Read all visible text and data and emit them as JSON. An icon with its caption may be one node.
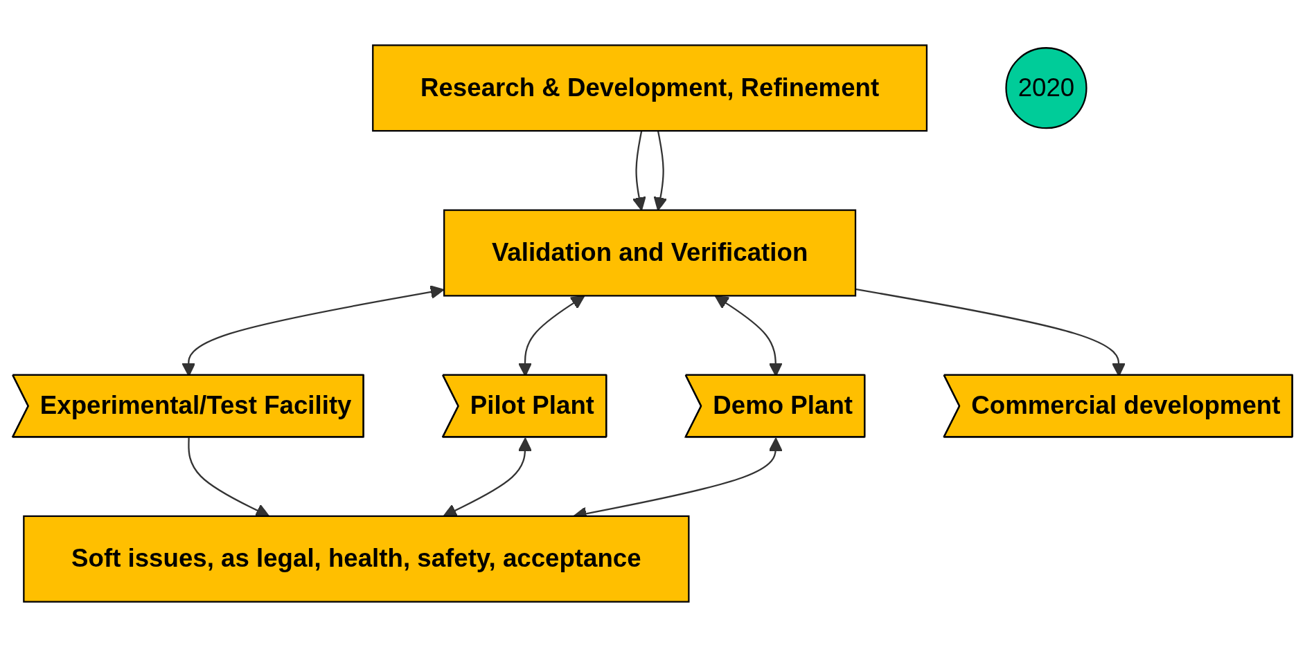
{
  "diagram": {
    "nodes": [
      {
        "text": [
          "Research & Development,  Refinement"
        ]
      },
      {
        "text": [
          "Validation and Verification"
        ]
      },
      {
        "text": [
          "2020"
        ]
      },
      {
        "text": [
          "Experimental/Test Facility"
        ]
      },
      {
        "text": [
          "Pilot Plant"
        ]
      },
      {
        "text": [
          "Demo Plant"
        ]
      },
      {
        "text": [
          "Commercial development"
        ]
      },
      {
        "text": [
          "Soft issues, as legal, health, safety, acceptance"
        ]
      }
    ],
    "edges": [
      {
        "from": 0,
        "to": 1,
        "arrow": "to"
      },
      {
        "from": 0,
        "to": 1,
        "arrow": "to"
      },
      {
        "from": 1,
        "to": 3,
        "arrow": "both"
      },
      {
        "from": 1,
        "to": 4,
        "arrow": "both"
      },
      {
        "from": 1,
        "to": 5,
        "arrow": "both"
      },
      {
        "from": 1,
        "to": 6,
        "arrow": "to"
      },
      {
        "from": 3,
        "to": 7,
        "arrow": "to"
      },
      {
        "from": 4,
        "to": 7,
        "arrow": "both"
      },
      {
        "from": 5,
        "to": 7,
        "arrow": "both"
      }
    ]
  }
}
